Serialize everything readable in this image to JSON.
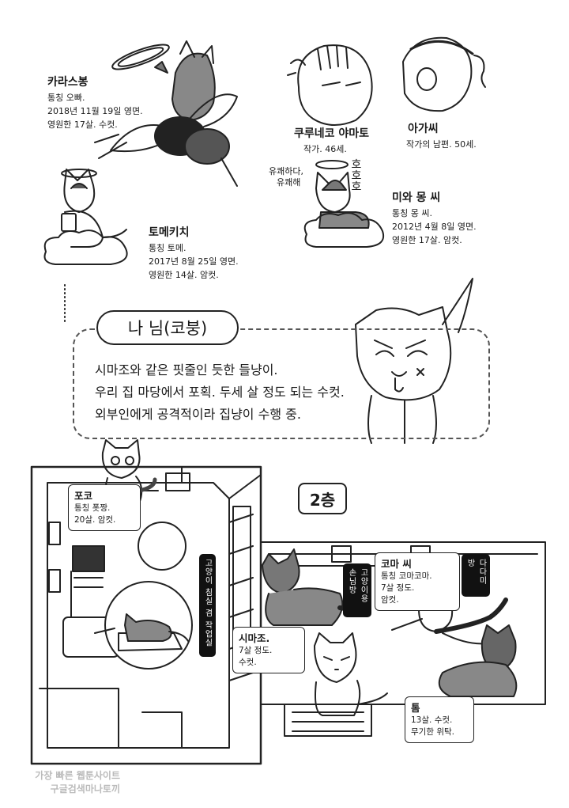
{
  "characters": {
    "karasubong": {
      "name": "카라스봉",
      "desc": [
        "통칭 오빠.",
        "2018년 11월 19일 영면.",
        "영원한 17살. 수컷."
      ]
    },
    "kurunekoyamato": {
      "name": "쿠루네코 야마토",
      "desc": [
        "작가. 46세."
      ]
    },
    "agassi": {
      "name": "아가씨",
      "desc": [
        "작가의 남편. 50세."
      ]
    },
    "tomekichi": {
      "name": "토메키치",
      "desc": [
        "통칭 토메.",
        "2017년 8월 25일 영면.",
        "영원한 14살. 암컷."
      ]
    },
    "miwamong": {
      "name": "미와 몽 씨",
      "desc": [
        "통칭 몽 씨.",
        "2012년 4월 8일 영면.",
        "영원한 17살. 암컷."
      ]
    }
  },
  "scribbles": {
    "cheerful": [
      "유쾌하다,",
      "유쾌해"
    ],
    "hohoho": "호호호"
  },
  "nanim": {
    "title": "나 님(코붕)",
    "lines": [
      "시마조와 같은 핏줄인 듯한 들냥이.",
      "우리 집 마당에서 포획. 두세 살 정도 되는 수컷.",
      "외부인에게 공격적이라 집냥이 수행 중."
    ]
  },
  "floorplan": {
    "floor_label": "2층",
    "room_tags": {
      "bedroom": "고양이 침실 겸 작업실",
      "guest": "고양이용 손님방",
      "tatami": "다다미방"
    },
    "cats": {
      "poko": {
        "name": "포코",
        "desc": [
          "통칭 폿짱.",
          "20살. 암컷."
        ]
      },
      "koma": {
        "name": "코마 씨",
        "desc": [
          "통칭 코마코마.",
          "7살 정도.",
          "암컷."
        ]
      },
      "shimazo": {
        "name": "시마조.",
        "desc": [
          "7살 정도.",
          "수컷."
        ]
      },
      "tom": {
        "name": "톰",
        "desc": [
          "13살. 수컷.",
          "무기한 위탁."
        ]
      }
    }
  },
  "watermark": [
    "가장 빠른 웹툰사이트",
    "구글검색마나토끼"
  ]
}
